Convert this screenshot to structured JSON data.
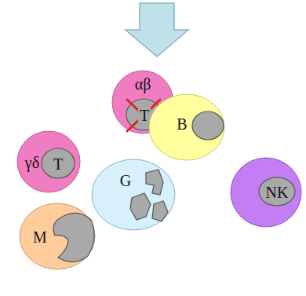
{
  "diagram": {
    "nodes": [
      {
        "text": [
          "αβ",
          "T"
        ]
      },
      {
        "text": [
          "B"
        ]
      },
      {
        "text": [
          "γδ",
          "T"
        ]
      },
      {
        "text": [
          "G"
        ]
      },
      {
        "text": [
          "NK"
        ]
      },
      {
        "text": [
          "M"
        ]
      }
    ]
  }
}
